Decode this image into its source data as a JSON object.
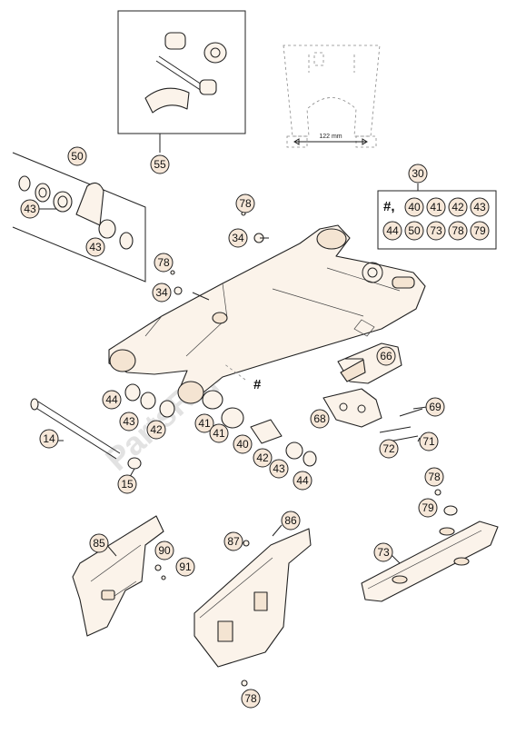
{
  "dimension_label": "122 mm",
  "hash_symbol": "#",
  "watermark": "PartsRepublik",
  "kit_box": {
    "callout": "30",
    "prefix": "#,",
    "row1": [
      "40",
      "41",
      "42",
      "43"
    ],
    "row2": [
      "44",
      "50",
      "73",
      "78",
      "79"
    ]
  },
  "callouts": [
    {
      "id": "55",
      "label": "55"
    },
    {
      "id": "50",
      "label": "50"
    },
    {
      "id": "43a",
      "label": "43"
    },
    {
      "id": "43b",
      "label": "43"
    },
    {
      "id": "78a",
      "label": "78"
    },
    {
      "id": "34a",
      "label": "34"
    },
    {
      "id": "78b",
      "label": "78"
    },
    {
      "id": "34b",
      "label": "34"
    },
    {
      "id": "66",
      "label": "66"
    },
    {
      "id": "69",
      "label": "69"
    },
    {
      "id": "68",
      "label": "68"
    },
    {
      "id": "72",
      "label": "72"
    },
    {
      "id": "71",
      "label": "71"
    },
    {
      "id": "44a",
      "label": "44"
    },
    {
      "id": "43c",
      "label": "43"
    },
    {
      "id": "42a",
      "label": "42"
    },
    {
      "id": "41a",
      "label": "41"
    },
    {
      "id": "41b",
      "label": "41"
    },
    {
      "id": "40",
      "label": "40"
    },
    {
      "id": "42b",
      "label": "42"
    },
    {
      "id": "43d",
      "label": "43"
    },
    {
      "id": "44b",
      "label": "44"
    },
    {
      "id": "14",
      "label": "14"
    },
    {
      "id": "15",
      "label": "15"
    },
    {
      "id": "78c",
      "label": "78"
    },
    {
      "id": "79",
      "label": "79"
    },
    {
      "id": "85",
      "label": "85"
    },
    {
      "id": "90",
      "label": "90"
    },
    {
      "id": "91",
      "label": "91"
    },
    {
      "id": "87",
      "label": "87"
    },
    {
      "id": "86",
      "label": "86"
    },
    {
      "id": "73",
      "label": "73"
    },
    {
      "id": "78d",
      "label": "78"
    }
  ]
}
